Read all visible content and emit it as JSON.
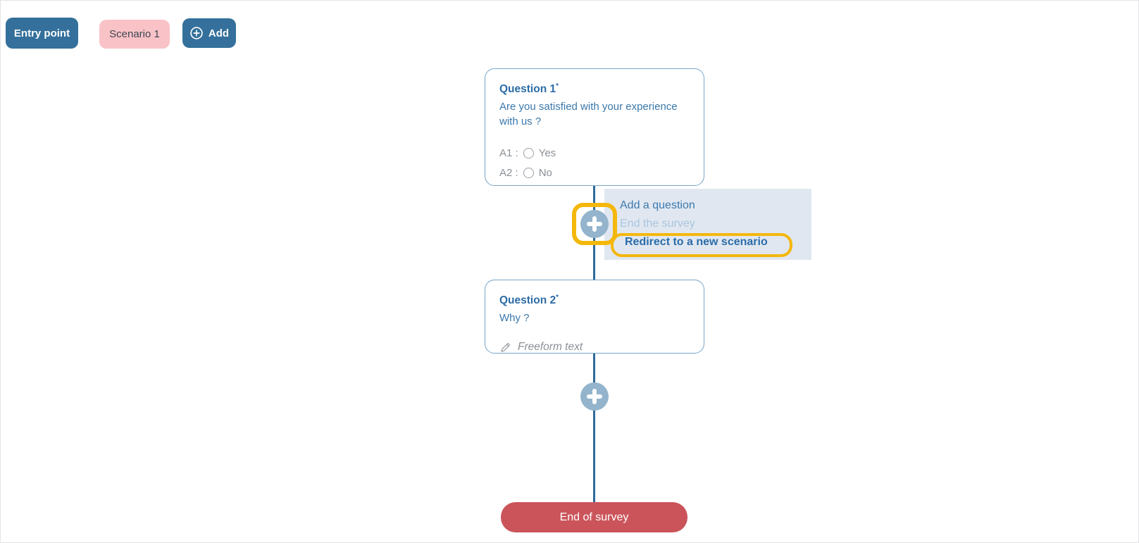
{
  "toolbar": {
    "entry_point_label": "Entry point",
    "scenario_tab_label": "Scenario 1",
    "add_button_label": "Add"
  },
  "flow": {
    "question1": {
      "title": "Question 1",
      "required_marker": "*",
      "text": "Are you satisfied with your experience with us ?",
      "answers": [
        {
          "prefix": "A1 :",
          "label": "Yes"
        },
        {
          "prefix": "A2 :",
          "label": "No"
        }
      ]
    },
    "insert_menu": {
      "items": [
        {
          "label": "Add a question",
          "state": "normal"
        },
        {
          "label": "End the survey",
          "state": "disabled"
        },
        {
          "label": "Redirect to a new scenario",
          "state": "highlighted"
        }
      ]
    },
    "question2": {
      "title": "Question 2",
      "required_marker": "*",
      "text": "Why ?",
      "input_placeholder": "Freeform text"
    },
    "end_node_label": "End of survey"
  },
  "icons": {
    "add_circle": "plus-in-circle-icon",
    "insert_node": "plus-node-icon",
    "freeform": "pencil-icon",
    "answer_choice": "radio-icon"
  },
  "colors": {
    "primary_blue": "#34709b",
    "scenario_pink": "#f9c2c7",
    "card_border_blue": "#78a5c8",
    "title_blue": "#2c6ca6",
    "text_blue": "#3a78ab",
    "muted_gray": "#8b9097",
    "node_blue": "#93b4cc",
    "line_blue": "#2e6a99",
    "menu_bg": "#e1e7f0",
    "menu_item_blue": "#3c7aae",
    "menu_item_disabled": "#a9c6df",
    "highlight_yellow": "#f4b70c",
    "end_red": "#cb545b"
  }
}
